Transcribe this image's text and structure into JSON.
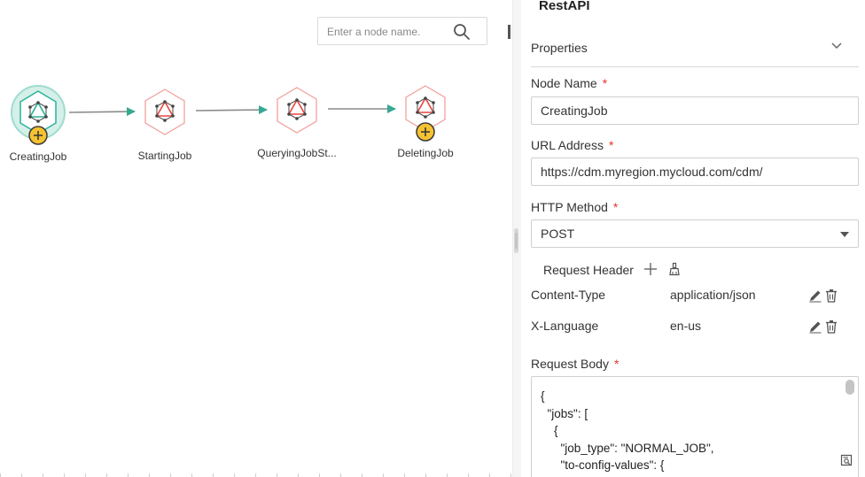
{
  "search": {
    "placeholder": "Enter a node name."
  },
  "nodes": [
    {
      "label": "CreatingJob",
      "selected": true
    },
    {
      "label": "StartingJob"
    },
    {
      "label": "QueryingJobSt..."
    },
    {
      "label": "DeletingJob"
    }
  ],
  "panel": {
    "title": "RestAPI",
    "section": "Properties",
    "node_name": {
      "label": "Node Name",
      "required": "*",
      "value": "CreatingJob"
    },
    "url": {
      "label": "URL Address",
      "required": "*",
      "value": "https://cdm.myregion.mycloud.com/cdm/"
    },
    "http_method": {
      "label": "HTTP Method",
      "required": "*",
      "value": "POST"
    },
    "request_header": {
      "label": "Request Header",
      "rows": [
        {
          "key": "Content-Type",
          "value": "application/json"
        },
        {
          "key": "X-Language",
          "value": "en-us"
        }
      ]
    },
    "request_body": {
      "label": "Request Body",
      "required": "*",
      "value": "{\n  \"jobs\": [\n    {\n      \"job_type\": \"NORMAL_JOB\",\n      \"to-config-values\": {\n        \"configs\": ["
    }
  },
  "colors": {
    "node_red": "#e8463f",
    "node_green": "#2bb39a",
    "arrow": "#35a894",
    "badge_yellow": "#f5c231",
    "required": "#e8322d"
  },
  "icons": {
    "search": "magnifier",
    "chevron": "chevron-down",
    "add": "plus",
    "clear": "broom",
    "edit": "pencil",
    "delete": "trash",
    "expand": "document-search"
  }
}
